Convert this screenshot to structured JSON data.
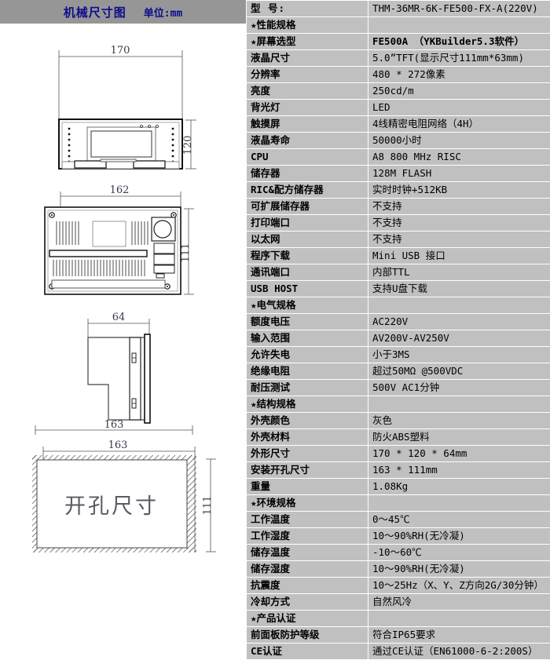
{
  "drawing_panel": {
    "title": "机械尺寸图",
    "unit_label": "单位:mm",
    "views": [
      {
        "name": "front-view",
        "width_dim": "170",
        "height_dim": "120"
      },
      {
        "name": "rear-view",
        "width_dim": "162",
        "height_dim": "111"
      },
      {
        "name": "side-view",
        "depth_dim": "64",
        "width_dim": "163"
      },
      {
        "name": "cutout-view",
        "width_dim": "163",
        "height_dim": "111",
        "caption": "开孔尺寸"
      }
    ]
  },
  "spec_table": {
    "header": {
      "key": "型  号:",
      "value": "THM-36MR-6K-FE500-FX-A(220V)"
    },
    "rows": [
      {
        "key": "★性能规格",
        "value": "",
        "type": "section"
      },
      {
        "key": "★屏幕选型",
        "value": "FE500A （YKBuilder5.3软件）",
        "type": "section",
        "value_style": "yellow"
      },
      {
        "key": "液晶尺寸",
        "value": "5.0”TFT(显示尺寸111mm*63mm)",
        "type": "normal"
      },
      {
        "key": "分辨率",
        "value": "480 * 272像素",
        "type": "normal"
      },
      {
        "key": "亮度",
        "value": "250cd/m",
        "type": "normal"
      },
      {
        "key": "背光灯",
        "value": "LED",
        "type": "normal"
      },
      {
        "key": "触摸屏",
        "value": "4线精密电阻网络（4H）",
        "type": "normal"
      },
      {
        "key": "液晶寿命",
        "value": "50000小时",
        "type": "normal"
      },
      {
        "key": "CPU",
        "value": "A8 800 MHz RISC",
        "type": "normal"
      },
      {
        "key": "储存器",
        "value": "128M FLASH",
        "type": "normal"
      },
      {
        "key": "RIC&配方储存器",
        "value": "实时时钟+512KB",
        "type": "normal"
      },
      {
        "key": "可扩展储存器",
        "value": "不支持",
        "type": "normal"
      },
      {
        "key": "打印端口",
        "value": "不支持",
        "type": "normal"
      },
      {
        "key": "以太网",
        "value": "不支持",
        "type": "normal"
      },
      {
        "key": "程序下载",
        "value": "Mini USB 接口",
        "type": "normal"
      },
      {
        "key": "通讯端口",
        "value": "内部TTL",
        "type": "normal"
      },
      {
        "key": "USB HOST",
        "value": "支持U盘下载",
        "type": "normal"
      },
      {
        "key": "★电气规格",
        "value": "",
        "type": "section"
      },
      {
        "key": "额度电压",
        "value": "AC220V",
        "type": "normal"
      },
      {
        "key": "输入范围",
        "value": "AV200V-AV250V",
        "type": "normal"
      },
      {
        "key": "允许失电",
        "value": "小于3MS",
        "type": "normal"
      },
      {
        "key": "绝缘电阻",
        "value": "超过50MΩ @500VDC",
        "type": "normal"
      },
      {
        "key": "耐压测试",
        "value": "500V AC1分钟",
        "type": "normal"
      },
      {
        "key": "★结构规格",
        "value": "",
        "type": "section"
      },
      {
        "key": "外壳颜色",
        "value": "灰色",
        "type": "normal"
      },
      {
        "key": "外壳材料",
        "value": "防火ABS塑料",
        "type": "normal"
      },
      {
        "key": "外形尺寸",
        "value": "170 * 120 * 64mm",
        "type": "normal",
        "value_style": "gold"
      },
      {
        "key": "安装开孔尺寸",
        "value": "163 * 111mm",
        "type": "normal",
        "value_style": "gold"
      },
      {
        "key": "重量",
        "value": "1.08Kg",
        "type": "normal"
      },
      {
        "key": "★环境规格",
        "value": "",
        "type": "section"
      },
      {
        "key": "工作温度",
        "value": "0～45℃",
        "type": "normal"
      },
      {
        "key": "工作湿度",
        "value": "10～90%RH(无冷凝)",
        "type": "normal"
      },
      {
        "key": "储存温度",
        "value": "-10～60℃",
        "type": "normal"
      },
      {
        "key": "储存湿度",
        "value": "10～90%RH(无冷凝)",
        "type": "normal"
      },
      {
        "key": "抗震度",
        "value": "10～25Hz（X、Y、Z方向2G/30分钟）",
        "type": "normal"
      },
      {
        "key": "冷却方式",
        "value": "自然风冷",
        "type": "normal"
      },
      {
        "key": "★产品认证",
        "value": "",
        "type": "section"
      },
      {
        "key": "前面板防护等级",
        "value": "符合IP65要求",
        "type": "normal"
      },
      {
        "key": "CE认证",
        "value": "通过CE认证（EN61000-6-2:200S）",
        "type": "normal"
      }
    ]
  },
  "colors": {
    "header_gray": "#969696",
    "cell_gray": "#c0c0c0",
    "model_pink": "#ffaacc",
    "highlight_yellow": "#ffff00",
    "highlight_gold": "#ffcc00",
    "section_blue": "#00009c"
  }
}
